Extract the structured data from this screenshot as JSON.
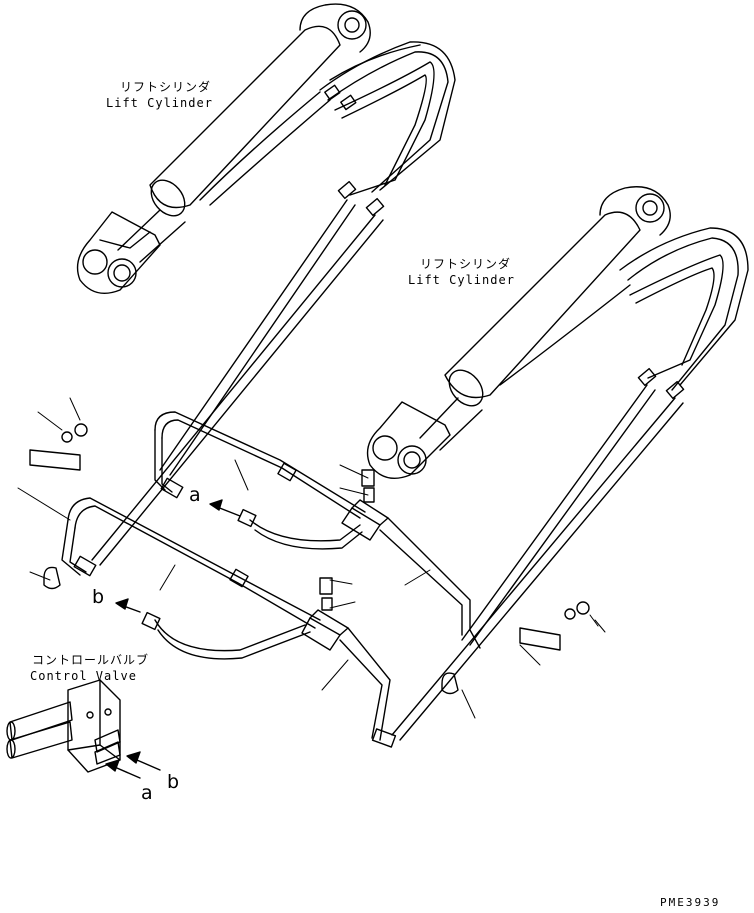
{
  "labels": {
    "cyl_left_jp": "リフトシリンダ",
    "cyl_left_en": "Lift Cylinder",
    "cyl_right_jp": "リフトシリンダ",
    "cyl_right_en": "Lift Cylinder",
    "valve_jp": "コントロールバルブ",
    "valve_en": "Control Valve",
    "port_a_upper": "a",
    "port_b_upper": "b",
    "port_a_lower": "a",
    "port_b_lower": "b",
    "drawing_code": "PME3939"
  }
}
